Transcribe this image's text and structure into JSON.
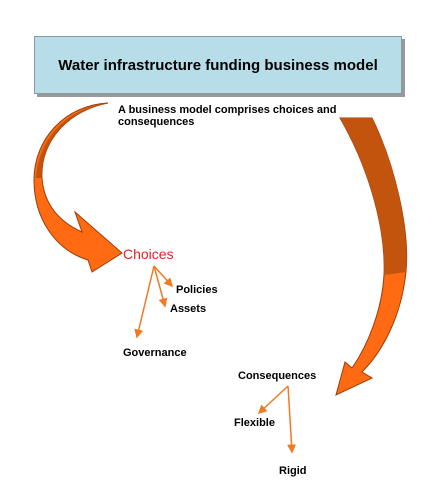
{
  "title": "Water infrastructure funding business model",
  "intro": "A business model comprises choices and consequences",
  "choices": {
    "label": "Choices",
    "items": [
      "Policies",
      "Assets",
      "Governance"
    ]
  },
  "consequences": {
    "label": "Consequences",
    "items": [
      "Flexible",
      "Rigid"
    ]
  },
  "colors": {
    "title_bg": "#b7dde8",
    "arrow_orange": "#ff6a13",
    "arrow_brown": "#c2540e",
    "choices_red": "#e8202a",
    "line_orange": "#f07a22"
  }
}
